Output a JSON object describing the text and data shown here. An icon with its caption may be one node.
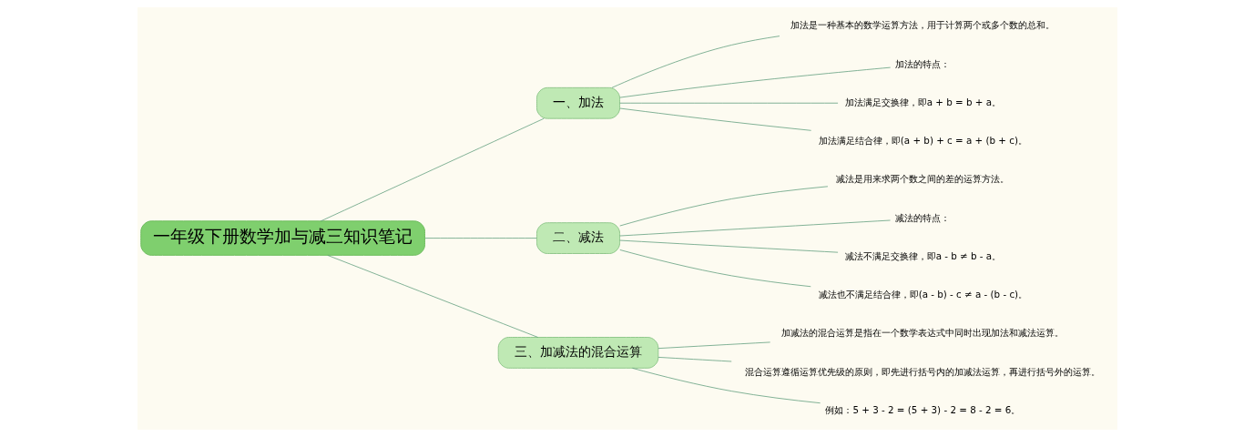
{
  "diagram": {
    "nodes": [
      {
        "text": [
          "一年级下册数学加与减三知识笔记"
        ]
      },
      {
        "text": [
          "一、加法"
        ]
      },
      {
        "text": [
          "加法是一种基本的数学运算方法，用于计算两个或多个数的总和。"
        ]
      },
      {
        "text": [
          "加法的特点："
        ]
      },
      {
        "text": [
          "加法满足交换律，即a + b = b + a。"
        ]
      },
      {
        "text": [
          "加法满足结合律，即(a + b) + c = a + (b + c)。"
        ]
      },
      {
        "text": [
          "二、减法"
        ]
      },
      {
        "text": [
          "减法是用来求两个数之间的差的运算方法。"
        ]
      },
      {
        "text": [
          "减法的特点："
        ]
      },
      {
        "text": [
          "减法不满足交换律，即a - b ≠ b - a。"
        ]
      },
      {
        "text": [
          "减法也不满足结合律，即(a - b) - c ≠ a - (b - c)。"
        ]
      },
      {
        "text": [
          "三、加减法的混合运算"
        ]
      },
      {
        "text": [
          "加减法的混合运算是指在一个数学表达式中同时出现加法和减法运算。"
        ]
      },
      {
        "text": [
          "混合运算遵循运算优先级的原则，即先进行括号内的加减法运算，再进行括号外的运算。"
        ]
      },
      {
        "text": [
          "例如：5 + 3 - 2 = (5 + 3) - 2 = 8 - 2 = 6。"
        ]
      }
    ],
    "edges": [
      {
        "from": 0,
        "to": 1,
        "arrow": "none"
      },
      {
        "from": 1,
        "to": 2,
        "arrow": "none"
      },
      {
        "from": 1,
        "to": 3,
        "arrow": "none"
      },
      {
        "from": 1,
        "to": 4,
        "arrow": "none"
      },
      {
        "from": 1,
        "to": 5,
        "arrow": "none"
      },
      {
        "from": 0,
        "to": 6,
        "arrow": "none"
      },
      {
        "from": 6,
        "to": 7,
        "arrow": "none"
      },
      {
        "from": 6,
        "to": 8,
        "arrow": "none"
      },
      {
        "from": 6,
        "to": 9,
        "arrow": "none"
      },
      {
        "from": 6,
        "to": 10,
        "arrow": "none"
      },
      {
        "from": 0,
        "to": 11,
        "arrow": "none"
      },
      {
        "from": 11,
        "to": 12,
        "arrow": "none"
      },
      {
        "from": 11,
        "to": 13,
        "arrow": "none"
      },
      {
        "from": 11,
        "to": 14,
        "arrow": "none"
      }
    ]
  }
}
